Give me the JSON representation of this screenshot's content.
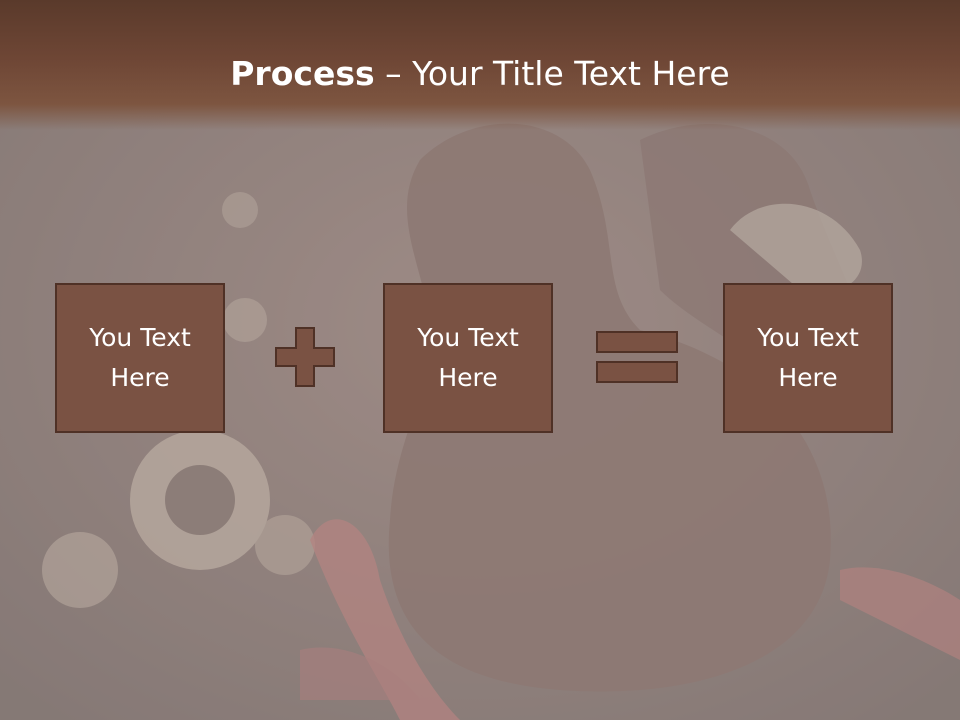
{
  "title": {
    "bold": "Process",
    "rest": " – Your Title Text Here"
  },
  "boxes": [
    {
      "text": "You Text Here"
    },
    {
      "text": "You Text Here"
    },
    {
      "text": "You Text Here"
    }
  ],
  "operators": [
    "plus-sign",
    "equals-sign"
  ],
  "colors": {
    "header": "#6e4635",
    "box_fill": "#7a5243",
    "box_border": "#4f3126",
    "title_text": "#ffffff"
  }
}
